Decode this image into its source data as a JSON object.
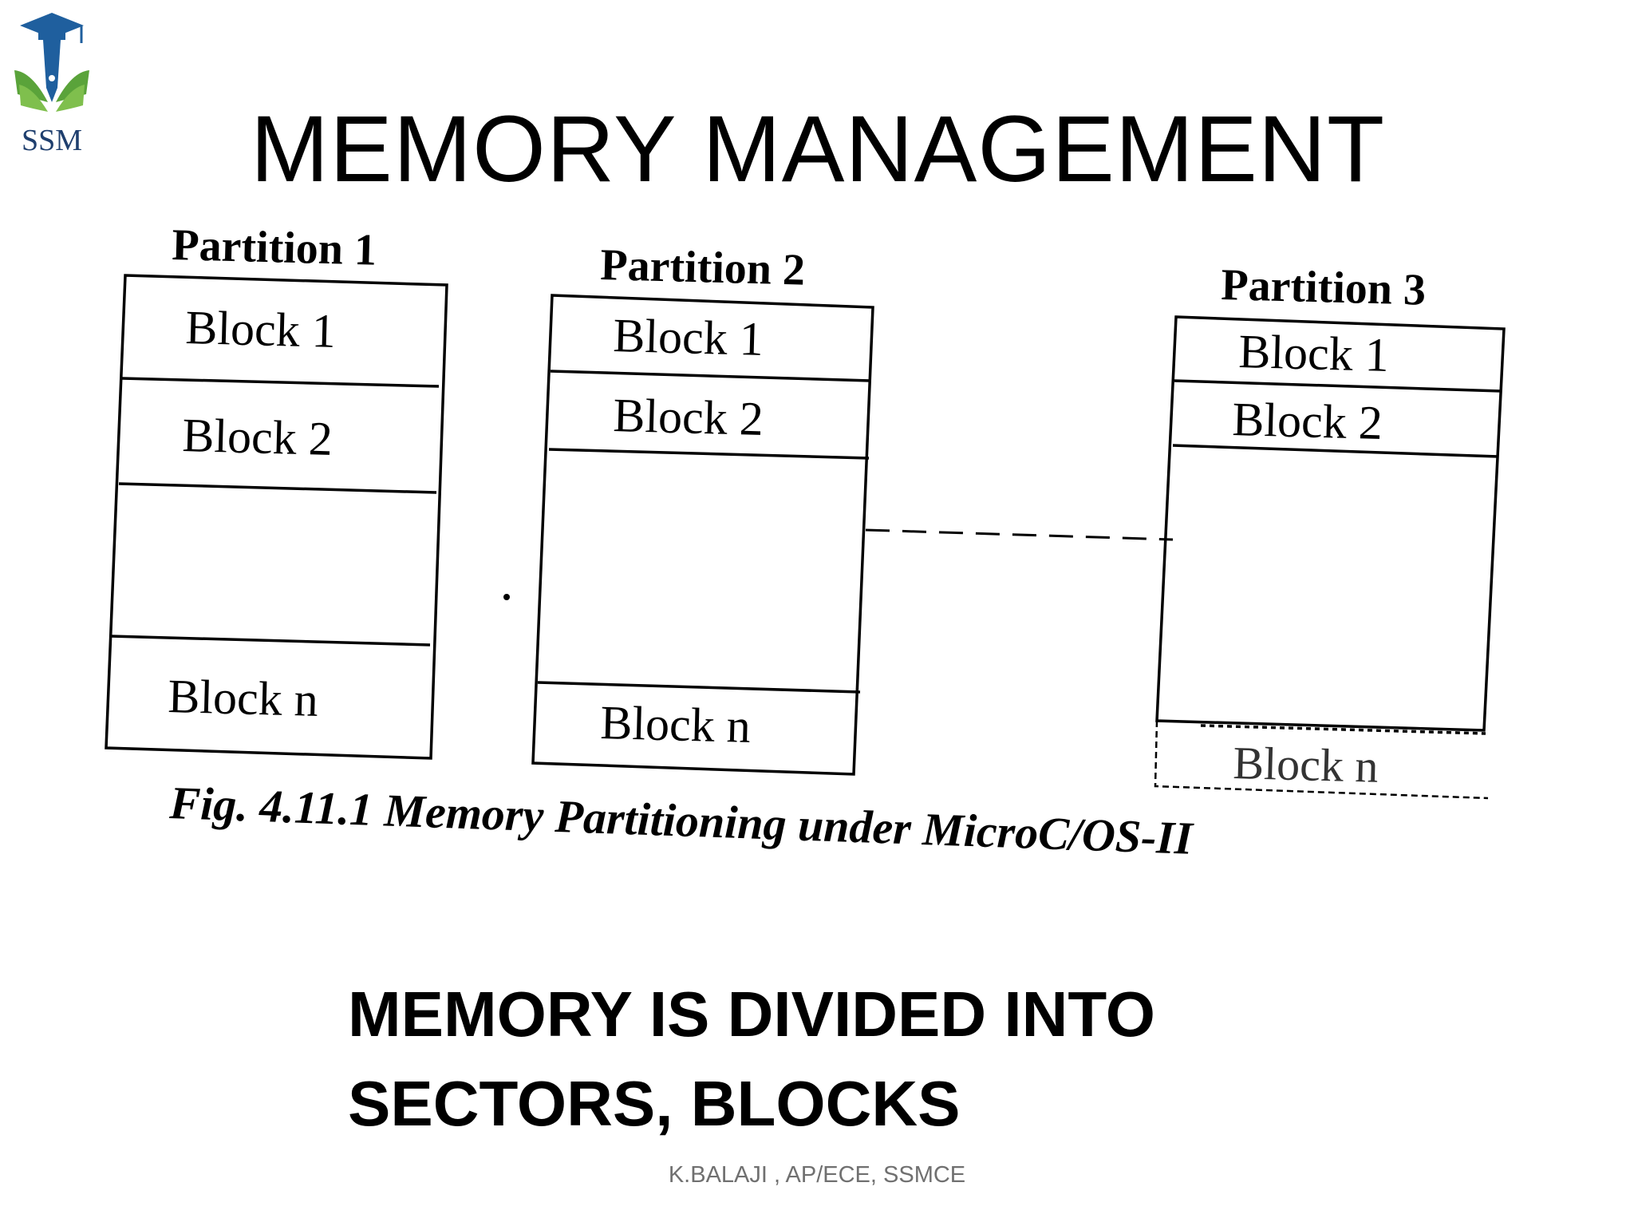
{
  "logo": {
    "text": "SSM",
    "icon": "graduation-cap-book-pen-icon"
  },
  "title": "MEMORY MANAGEMENT",
  "diagram": {
    "partitions": [
      {
        "label": "Partition 1",
        "blocks": [
          "Block 1",
          "Block 2",
          "Block n"
        ]
      },
      {
        "label": "Partition 2",
        "blocks": [
          "Block 1",
          "Block 2",
          "Block n"
        ]
      },
      {
        "label": "Partition 3",
        "blocks": [
          "Block 1",
          "Block 2",
          "Block n"
        ]
      }
    ],
    "caption": "Fig. 4.11.1 Memory Partitioning under MicroC/OS-II"
  },
  "body": {
    "line1": "MEMORY IS DIVIDED INTO",
    "line2": "SECTORS, BLOCKS"
  },
  "footer": "K.BALAJI , AP/ECE, SSMCE",
  "colors": {
    "logo_blue": "#1f5f9e",
    "logo_green": "#5aa33a",
    "footer_gray": "#707070"
  }
}
